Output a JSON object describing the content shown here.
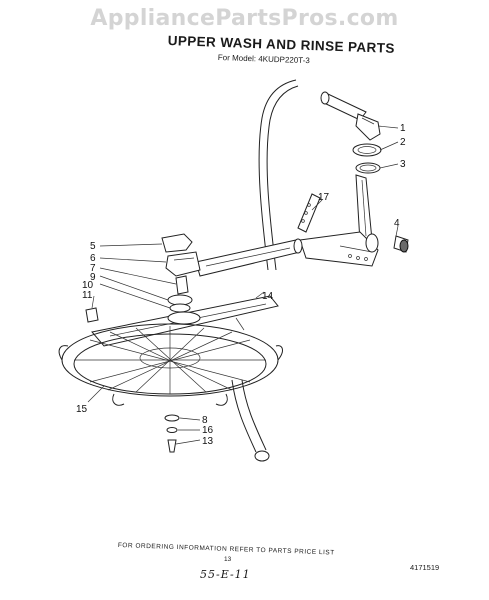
{
  "header": {
    "watermark": "AppliancePartsPros.com",
    "title": "UPPER WASH AND RINSE PARTS",
    "model_line": "For Model: 4KUDP220T-3"
  },
  "callouts": [
    "1",
    "2",
    "3",
    "4",
    "17",
    "5",
    "6",
    "7",
    "9",
    "10",
    "11",
    "14",
    "15",
    "8",
    "16",
    "13"
  ],
  "footer": {
    "ordering_note": "FOR ORDERING INFORMATION REFER TO PARTS PRICE LIST",
    "page_number": "13",
    "handwritten_note": "55-E-11",
    "code": "4171519"
  }
}
